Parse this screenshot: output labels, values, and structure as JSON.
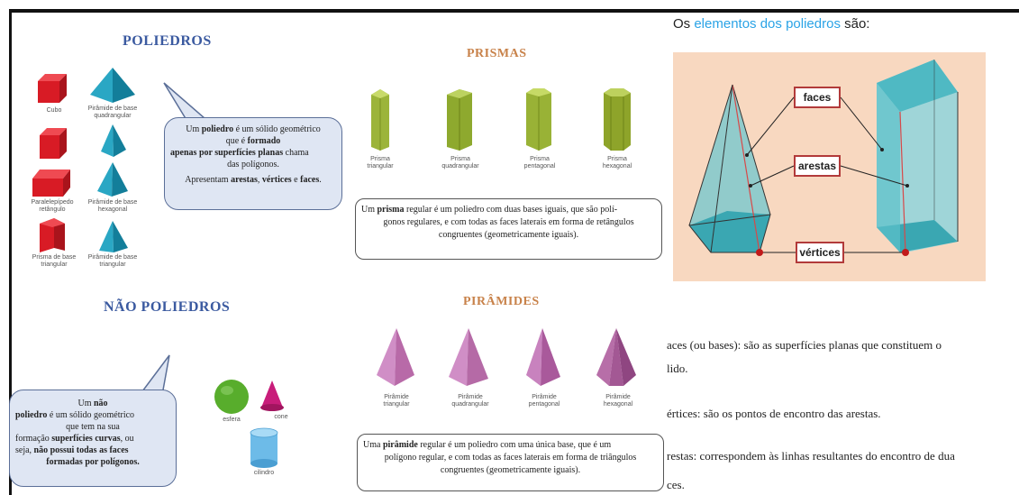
{
  "left": {
    "title_poliedros": "POLIEDROS",
    "captions": {
      "cubo": "Cubo",
      "piramide_quadrangular": "Pirâmide de base quadrangular",
      "paralelepipedo": "Paralelepípedo retângulo",
      "piramide_hexagonal": "Pirâmide de base hexagonal",
      "prisma_triangular": "Prisma de base triangular",
      "piramide_triangular": "Pirâmide de base triangular"
    },
    "bubble_poliedro": {
      "l1a": "Um ",
      "l1b": "poliedro",
      "l1c": " é um sólido geométrico",
      "l2a": "que é ",
      "l2b": "formado",
      "l3a": "apenas por superfícies planas",
      "l3b": " chama",
      "l4": "das polígonos.",
      "l5a": "Apresentam ",
      "l5b": "arestas",
      "l5c": ", ",
      "l5d": "vértices",
      "l5e": " e ",
      "l5f": "faces",
      "l5g": "."
    },
    "title_nao_poliedros": "NÃO POLIEDROS",
    "bubble_nao": {
      "l1a": "Um ",
      "l1b": "não",
      "l2a": "poliedro",
      "l2b": " é um sólido geométrico",
      "l3": "que tem na sua",
      "l4a": "formação ",
      "l4b": "superfícies curvas",
      "l4c": ", ou",
      "l5a": "seja, ",
      "l5b": "não possui todas as faces",
      "l6": "formadas por polígonos."
    },
    "round_captions": {
      "esfera": "esfera",
      "cone": "cone",
      "cilindro": "cilindro"
    }
  },
  "middle": {
    "title_prismas": "PRISMAS",
    "prism_captions": [
      "Prisma triangular",
      "Prisma quadrangular",
      "Prisma pentagonal",
      "Prisma hexagonal"
    ],
    "prisma_def": {
      "a": "Um ",
      "b": "prisma",
      "c": " regular é um poliedro com duas bases iguais, que são polí-",
      "d": "gonos regulares, e com todas as faces laterais em forma de retângulos",
      "e": "congruentes (geometricamente iguais)."
    },
    "title_piramides": "PIRÂMIDES",
    "pyramid_captions": [
      "Pirâmide triangular",
      "Pirâmide quadrangular",
      "Pirâmide pentagonal",
      "Pirâmide hexagonal"
    ],
    "piramide_def": {
      "a": "Uma ",
      "b": "pirâmide",
      "c": " regular é um poliedro com uma única base, que é um",
      "d": "polígono regular, e com todas as faces laterais em forma de triângulos",
      "e": "congruentes (geometricamente iguais)."
    }
  },
  "right": {
    "heading_a": "Os ",
    "heading_b": "elementos dos poliedros",
    "heading_c": " são:",
    "labels": {
      "faces": "faces",
      "arestas": "arestas",
      "vertices": "vértices"
    },
    "faces_line1": "aces (ou bases): são as superfícies planas que constituem o",
    "faces_line2": "lido.",
    "vertices_line": "értices: são os pontos de encontro das arestas.",
    "arestas_line1": "restas: correspondem às linhas resultantes do encontro de dua",
    "arestas_line2": "ces."
  }
}
